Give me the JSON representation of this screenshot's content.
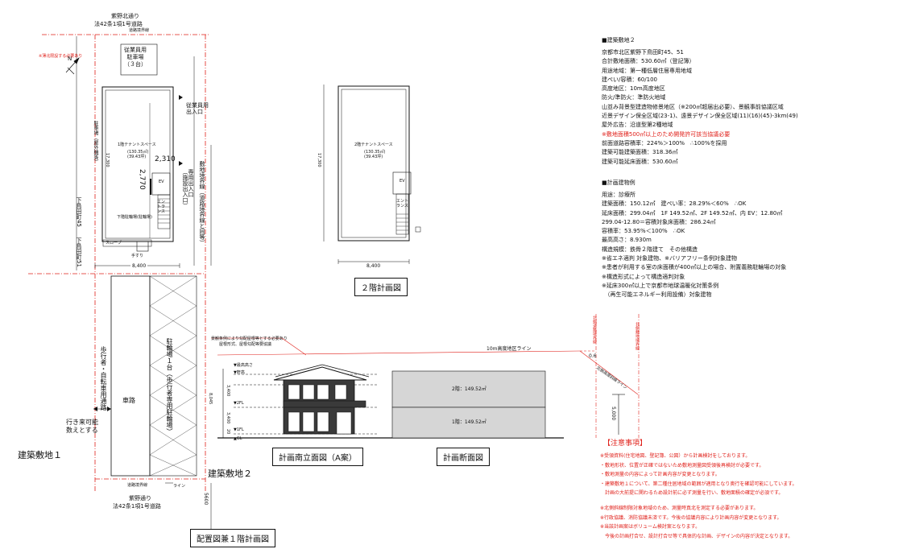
{
  "site_plan": {
    "north_road_name": "紫野北通り",
    "north_road_law": "法42条1項1号道路",
    "north_boundary": "道路境界線",
    "red_note": "※薄北限設する必要あり",
    "north_mark": "N",
    "parking_label": "従業員用\n駐車場\n（３台）",
    "staff_entrance": "従業員用\n出入口",
    "parking_area_note": "駐車場（屋外機等）",
    "tenant_1f": "1階テナントスペース",
    "area_1f": "(130.35㎡)\n(39.43坪)",
    "width_8400": "8,400",
    "height_17300": "17,300",
    "dim_2310": "2,310",
    "dim_2770": "2,770",
    "ev": "EV",
    "entrance": "エントランス",
    "bike_parking": "下階駐輪場(駐輪場)",
    "slope": "スロープ",
    "handrail": "手すり",
    "hall_entrance": "専用出入口\n（施設出入口）",
    "site_boundary_line": "敷地境界線（道路境界線と同等）",
    "left_road": "下鳥田町45",
    "left_road2": "下鳥田町51",
    "road_label": "車路",
    "side_path": "歩行者・自転車用通路",
    "parking_right": "駐輪場１台（歩行者専用駐輪場）",
    "path_note": "行き来可能\n数えとする",
    "site1": "建築敷地１",
    "site2": "建築敷地２",
    "south_road_name": "紫野通り",
    "south_road_law": "法42条1項1号道路",
    "south_boundary": "道路境界線",
    "line_label": "ライン",
    "dim_5600": "5600",
    "title": "配置図兼１階計画図"
  },
  "second_floor": {
    "tenant": "2階テナントスペース",
    "area": "(130.35㎡)\n(39.43坪)",
    "height": "17,300",
    "width": "8,400",
    "ev": "EV",
    "entrance": "エントランス",
    "title": "２階計画図"
  },
  "elevation": {
    "note": "景観条例により勾配屋根等とする必要あり",
    "note2": "屋根形式、屋根勾配等要協議",
    "height_line": "10m高度地区ライン",
    "max_height": "▼最高高さ",
    "eaves": "▼軒高",
    "fl2": "▼2FL",
    "fl1": "▼1FL",
    "gl": "▲GL",
    "dim_total": "8,045",
    "dim_3400a": "3,400",
    "dim_3400b": "3,400",
    "dim_20": "20",
    "title": "計画南立面図（A案）"
  },
  "section": {
    "floor2": "2階：149.52㎡",
    "floor1": "1階：149.52㎡",
    "title": "計画断面図",
    "dim_06": "0.6",
    "dim_5000": "5,000",
    "slant_line": "北側高度斜線ライン",
    "label_a": "北側道路境界線",
    "label_b": "北側敷地境界線"
  },
  "info": {
    "heading1": "■建築敷地２",
    "lines1": [
      {
        "text": "京都市北区紫野下鳥田町45、51",
        "color": "#111111"
      },
      {
        "text": "合計敷地面積：530.60㎡（登記簿）",
        "color": "#111111"
      },
      {
        "text": "用途地域：第一種低層住居専用地域",
        "color": "#111111"
      },
      {
        "text": "建ぺい/容積：60/100",
        "color": "#111111"
      },
      {
        "text": "高度地区：10m高度地区",
        "color": "#111111"
      },
      {
        "text": "防火/準防火：準防火地域",
        "color": "#111111"
      },
      {
        "text": "山並み背景型建造物修景地区（※200㎡超届出必要）、景観事前協議区域",
        "color": "#111111"
      },
      {
        "text": "近景デザイン保全区域(23-1)、遠景デザイン保全区域(11)(16)(45)-3km(49)",
        "color": "#111111"
      },
      {
        "text": "屋外広告：沿道型第2種地域",
        "color": "#111111"
      },
      {
        "text": "※敷地面積500㎡以上のため開発許可該当協議必要",
        "color": "#e0201a"
      },
      {
        "text": "前面道路容積率：224%＞100%　∴100%を採用",
        "color": "#111111"
      },
      {
        "text": "建築可能建築面積：318.36㎡",
        "color": "#111111"
      },
      {
        "text": "建築可能延床面積：530.60㎡",
        "color": "#111111"
      }
    ],
    "heading2": "■計画建物例",
    "lines2": [
      "用途：診療所",
      "建築面積：150.12㎡　建ぺい率：28.29%＜60%　∴OK",
      "延床面積：299.04㎡　1F 149.52㎡、2F 149.52㎡、内 EV：12.80㎡",
      "299.04-12.80＝容積対象床面積：286.24㎡",
      "容積率：53.95%＜100%　∴OK",
      "最高高さ：8.930m",
      "構造規模：鉄骨２階建て　その他構造",
      "※省エネ適判 対象建物、※バリアフリー条例対象建物",
      "※患者が利用する室の床面積が400㎡以上の場合、附置義務駐輪場の対象",
      "※構造形式によって構造適判対象",
      "※延床300㎡以上で京都市地球温暖化対策条例",
      "　（再生可能エネルギー利用設備）対象建物"
    ]
  },
  "notes": {
    "title": "【注意事項】",
    "lines": [
      "※受領資料(住宅地図、登記簿、公図）から計画検討をしております。",
      "・敷地形状、位置が正確ではないため敷地測量図受領後再検討が必要です。",
      "・敷地測量の内容によって計画内容が変更となります。",
      "・建築敷地１について、第二種住居地域の範囲が適用となり奥行を確認可能にしています。",
      "　計画の大前提に関わるため設計前に必ず測量を行い、敷地面積の確定が必須です。",
      "",
      "※北側斜線制限対象地域のため、測量時真北を測定する必要があります。",
      "※行政協議、消防協議未済です。今後の協議内容により計画内容が変更となります。",
      "※当該計画案はボリューム検討案となります。",
      "　今後の計画打合せ、設計打合せ等で具体的な計画、デザインの内容が決定となります。"
    ]
  }
}
